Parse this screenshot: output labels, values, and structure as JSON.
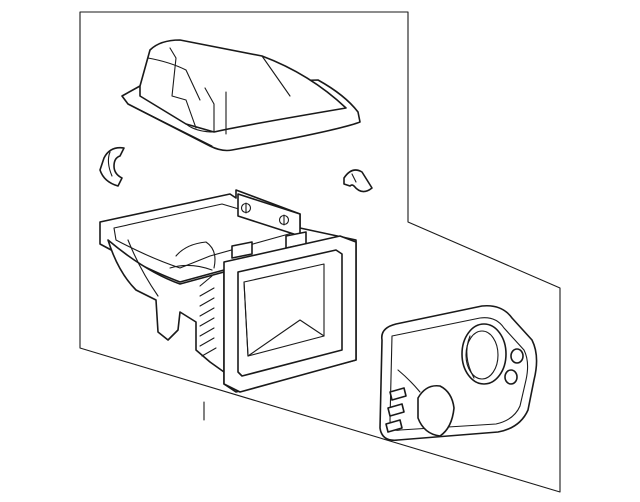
{
  "diagram": {
    "parts": [
      {
        "name": "air-cleaner-cover"
      },
      {
        "name": "clip-left"
      },
      {
        "name": "clip-right"
      },
      {
        "name": "air-cleaner-housing"
      },
      {
        "name": "inlet-duct"
      }
    ],
    "line_color": "#1a1a1a",
    "background": "#ffffff"
  }
}
